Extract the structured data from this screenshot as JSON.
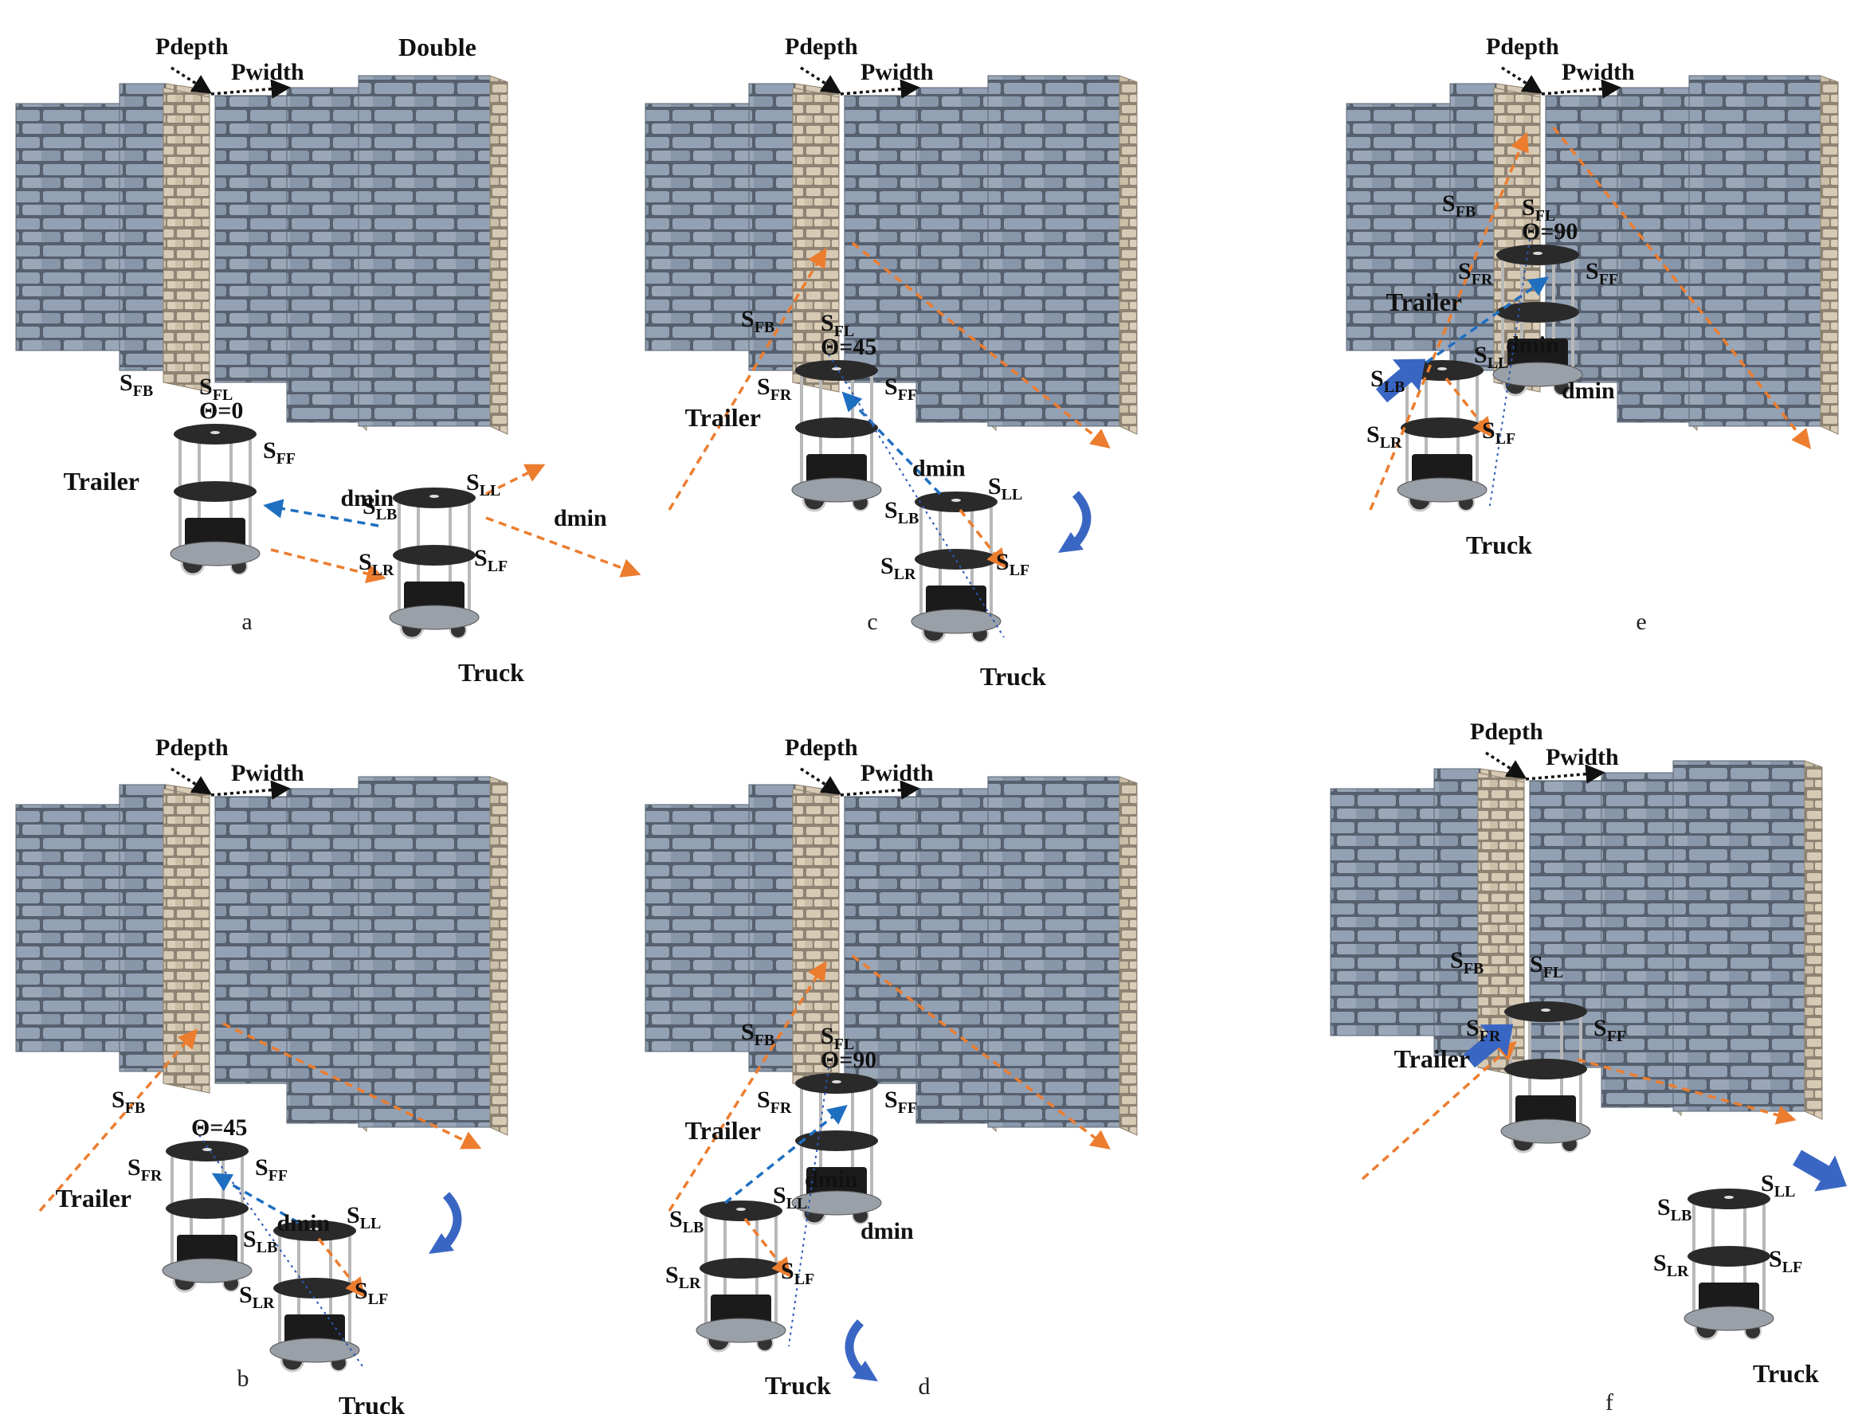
{
  "figure": {
    "panels": [
      {
        "id": "a",
        "caption": "a",
        "labels": {
          "pdepth": "Pdepth",
          "pwidth": "Pwidth",
          "double": "Double",
          "trailer": "Trailer",
          "truck": "Truck",
          "dmin_1": "dmin",
          "dmin_2": "dmin",
          "theta": "Θ=0"
        },
        "sensors": [
          {
            "base": "S",
            "sub": "FB"
          },
          {
            "base": "S",
            "sub": "FL"
          },
          {
            "base": "S",
            "sub": "FF"
          },
          {
            "base": "S",
            "sub": "LB"
          },
          {
            "base": "S",
            "sub": "LL"
          },
          {
            "base": "S",
            "sub": "LR"
          },
          {
            "base": "S",
            "sub": "LF"
          }
        ]
      },
      {
        "id": "b",
        "caption": "b",
        "labels": {
          "pdepth": "Pdepth",
          "pwidth": "Pwidth",
          "trailer": "Trailer",
          "truck": "Truck",
          "dmin_1": "dmin",
          "theta": "Θ=45"
        },
        "sensors": [
          {
            "base": "S",
            "sub": "FB"
          },
          {
            "base": "S",
            "sub": "FF"
          },
          {
            "base": "S",
            "sub": "FR"
          },
          {
            "base": "S",
            "sub": "LB"
          },
          {
            "base": "S",
            "sub": "LL"
          },
          {
            "base": "S",
            "sub": "LR"
          },
          {
            "base": "S",
            "sub": "LF"
          }
        ]
      },
      {
        "id": "c",
        "caption": "c",
        "labels": {
          "pdepth": "Pdepth",
          "pwidth": "Pwidth",
          "trailer": "Trailer",
          "truck": "Truck",
          "dmin_1": "dmin",
          "theta": "Θ=45"
        },
        "sensors": [
          {
            "base": "S",
            "sub": "FB"
          },
          {
            "base": "S",
            "sub": "FR"
          },
          {
            "base": "S",
            "sub": "FL"
          },
          {
            "base": "S",
            "sub": "FF"
          },
          {
            "base": "S",
            "sub": "LB"
          },
          {
            "base": "S",
            "sub": "LL"
          },
          {
            "base": "S",
            "sub": "LR"
          },
          {
            "base": "S",
            "sub": "LF"
          }
        ]
      },
      {
        "id": "d",
        "caption": "d",
        "labels": {
          "pdepth": "Pdepth",
          "pwidth": "Pwidth",
          "trailer": "Trailer",
          "truck": "Truck",
          "dmin_1": "dmin",
          "dmin_2": "dmin",
          "theta": "Θ=90"
        },
        "sensors": [
          {
            "base": "S",
            "sub": "FR"
          },
          {
            "base": "S",
            "sub": "FB"
          },
          {
            "base": "S",
            "sub": "FL"
          },
          {
            "base": "S",
            "sub": "FF"
          },
          {
            "base": "S",
            "sub": "LR"
          },
          {
            "base": "S",
            "sub": "LB"
          },
          {
            "base": "S",
            "sub": "LF"
          },
          {
            "base": "S",
            "sub": "LL"
          }
        ]
      },
      {
        "id": "e",
        "caption": "e",
        "labels": {
          "pdepth": "Pdepth",
          "pwidth": "Pwidth",
          "trailer": "Trailer",
          "truck": "Truck",
          "dmin_1": "dmin",
          "dmin_2": "dmin",
          "theta": "Θ=90"
        },
        "sensors": [
          {
            "base": "S",
            "sub": "FR"
          },
          {
            "base": "S",
            "sub": "FB"
          },
          {
            "base": "S",
            "sub": "FL"
          },
          {
            "base": "S",
            "sub": "FF"
          },
          {
            "base": "S",
            "sub": "LR"
          },
          {
            "base": "S",
            "sub": "LB"
          },
          {
            "base": "S",
            "sub": "LF"
          },
          {
            "base": "S",
            "sub": "LL"
          }
        ]
      },
      {
        "id": "f",
        "caption": "f",
        "labels": {
          "pdepth": "Pdepth",
          "pwidth": "Pwidth",
          "trailer": "Trailer",
          "truck": "Truck"
        },
        "sensors": [
          {
            "base": "S",
            "sub": "FR"
          },
          {
            "base": "S",
            "sub": "FB"
          },
          {
            "base": "S",
            "sub": "FL"
          },
          {
            "base": "S",
            "sub": "FF"
          },
          {
            "base": "S",
            "sub": "LB"
          },
          {
            "base": "S",
            "sub": "LL"
          },
          {
            "base": "S",
            "sub": "LR"
          },
          {
            "base": "S",
            "sub": "LF"
          }
        ]
      }
    ],
    "colors": {
      "wall_stone": "#8f9cb0",
      "wall_grout": "#4d5766",
      "wall_side": "#c9bca6",
      "orange_arrow": "#ec7d2f",
      "blue_arrow": "#1f6fc1",
      "big_blue_arrow": "#3a66c3",
      "black_arrow": "#111111",
      "robot_plate": "#2a2a2a",
      "robot_pole": "#b8b8b8"
    }
  }
}
